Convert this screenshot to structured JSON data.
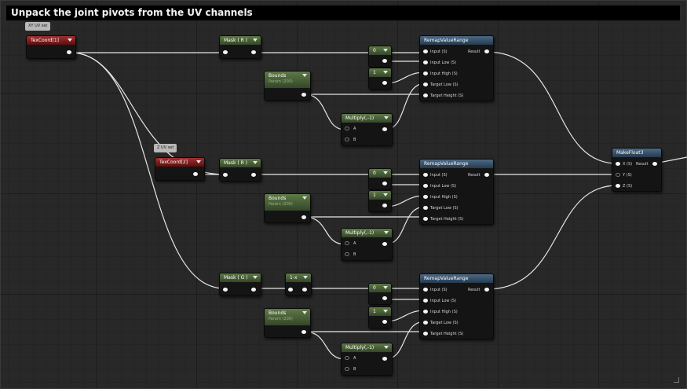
{
  "comment": {
    "title": "Unpack the joint pivots from the UV channels"
  },
  "labels": {
    "xy_uv_set": "XY UV set",
    "z_uv_set": "Z UV set"
  },
  "nodes": {
    "texcoord1": "TexCoord[1]",
    "texcoord2": "TexCoord[2]",
    "mask_r": "Mask ( R )",
    "mask_g": "Mask ( G )",
    "one_minus_x": "1-x",
    "const_zero": "0",
    "const_one": "1",
    "bounds_title": "Bounds",
    "bounds_sub": "Param (200)",
    "multiply": "Multiply(,-1)",
    "remap": "RemapValueRange",
    "makefloat3": "MakeFloat3"
  },
  "pins": {
    "input": "Input (S)",
    "input_low": "Input Low (S)",
    "input_high": "Input High (S)",
    "target_low": "Target Low (S)",
    "target_height": "Target Height (S)",
    "result": "Result",
    "a": "A",
    "b": "B",
    "x": "X (S)",
    "y": "Y (S)",
    "z": "Z (S)"
  },
  "colors": {
    "texcoord_header": "#8b1e1e",
    "param_header": "#4a6236",
    "function_header": "#3c5670",
    "wire": "#e6e6e6",
    "background": "#282828"
  }
}
